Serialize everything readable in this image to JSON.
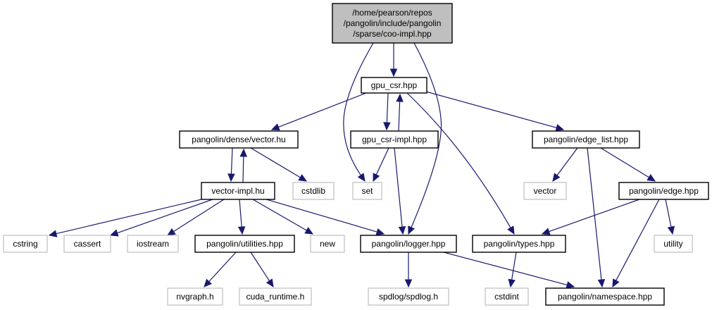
{
  "diagram": {
    "type": "include-dependency-graph",
    "nodes": [
      {
        "id": "root",
        "lines": [
          "/home/pearson/repos",
          "/pangolin/include/pangolin",
          "/sparse/coo-impl.hpp"
        ],
        "kind": "root"
      },
      {
        "id": "gpu_csr",
        "lines": [
          "gpu_csr.hpp"
        ],
        "kind": "internal"
      },
      {
        "id": "vector_hu",
        "lines": [
          "pangolin/dense/vector.hu"
        ],
        "kind": "internal"
      },
      {
        "id": "gpu_csr_impl",
        "lines": [
          "gpu_csr-impl.hpp"
        ],
        "kind": "internal"
      },
      {
        "id": "edge_list",
        "lines": [
          "pangolin/edge_list.hpp"
        ],
        "kind": "internal"
      },
      {
        "id": "vector_impl",
        "lines": [
          "vector-impl.hu"
        ],
        "kind": "internal"
      },
      {
        "id": "cstdlib",
        "lines": [
          "cstdlib"
        ],
        "kind": "external"
      },
      {
        "id": "set",
        "lines": [
          "set"
        ],
        "kind": "external"
      },
      {
        "id": "vector",
        "lines": [
          "vector"
        ],
        "kind": "external"
      },
      {
        "id": "edge",
        "lines": [
          "pangolin/edge.hpp"
        ],
        "kind": "internal"
      },
      {
        "id": "cstring",
        "lines": [
          "cstring"
        ],
        "kind": "external"
      },
      {
        "id": "cassert",
        "lines": [
          "cassert"
        ],
        "kind": "external"
      },
      {
        "id": "iostream",
        "lines": [
          "iostream"
        ],
        "kind": "external"
      },
      {
        "id": "utilities",
        "lines": [
          "pangolin/utilities.hpp"
        ],
        "kind": "internal"
      },
      {
        "id": "new",
        "lines": [
          "new"
        ],
        "kind": "external"
      },
      {
        "id": "logger",
        "lines": [
          "pangolin/logger.hpp"
        ],
        "kind": "internal"
      },
      {
        "id": "types",
        "lines": [
          "pangolin/types.hpp"
        ],
        "kind": "internal"
      },
      {
        "id": "utility",
        "lines": [
          "utility"
        ],
        "kind": "external"
      },
      {
        "id": "nvgraph",
        "lines": [
          "nvgraph.h"
        ],
        "kind": "external"
      },
      {
        "id": "cuda_runtime",
        "lines": [
          "cuda_runtime.h"
        ],
        "kind": "external"
      },
      {
        "id": "spdlog",
        "lines": [
          "spdlog/spdlog.h"
        ],
        "kind": "external"
      },
      {
        "id": "cstdint",
        "lines": [
          "cstdint"
        ],
        "kind": "external"
      },
      {
        "id": "namespace",
        "lines": [
          "pangolin/namespace.hpp"
        ],
        "kind": "internal"
      }
    ],
    "edges": [
      {
        "from": "root",
        "to": "gpu_csr"
      },
      {
        "from": "root",
        "to": "set"
      },
      {
        "from": "root",
        "to": "logger"
      },
      {
        "from": "gpu_csr",
        "to": "vector_hu"
      },
      {
        "from": "gpu_csr",
        "to": "gpu_csr_impl"
      },
      {
        "from": "gpu_csr",
        "to": "edge_list"
      },
      {
        "from": "gpu_csr",
        "to": "types"
      },
      {
        "from": "gpu_csr_impl",
        "to": "gpu_csr"
      },
      {
        "from": "gpu_csr_impl",
        "to": "set"
      },
      {
        "from": "gpu_csr_impl",
        "to": "logger"
      },
      {
        "from": "vector_hu",
        "to": "vector_impl"
      },
      {
        "from": "vector_hu",
        "to": "cstdlib"
      },
      {
        "from": "vector_impl",
        "to": "vector_hu"
      },
      {
        "from": "vector_impl",
        "to": "cstring"
      },
      {
        "from": "vector_impl",
        "to": "cassert"
      },
      {
        "from": "vector_impl",
        "to": "iostream"
      },
      {
        "from": "vector_impl",
        "to": "utilities"
      },
      {
        "from": "vector_impl",
        "to": "new"
      },
      {
        "from": "vector_impl",
        "to": "logger"
      },
      {
        "from": "utilities",
        "to": "nvgraph"
      },
      {
        "from": "utilities",
        "to": "cuda_runtime"
      },
      {
        "from": "edge_list",
        "to": "vector"
      },
      {
        "from": "edge_list",
        "to": "edge"
      },
      {
        "from": "edge_list",
        "to": "namespace"
      },
      {
        "from": "edge",
        "to": "types"
      },
      {
        "from": "edge",
        "to": "utility"
      },
      {
        "from": "edge",
        "to": "namespace"
      },
      {
        "from": "logger",
        "to": "spdlog"
      },
      {
        "from": "logger",
        "to": "namespace"
      },
      {
        "from": "types",
        "to": "cstdint"
      }
    ]
  }
}
